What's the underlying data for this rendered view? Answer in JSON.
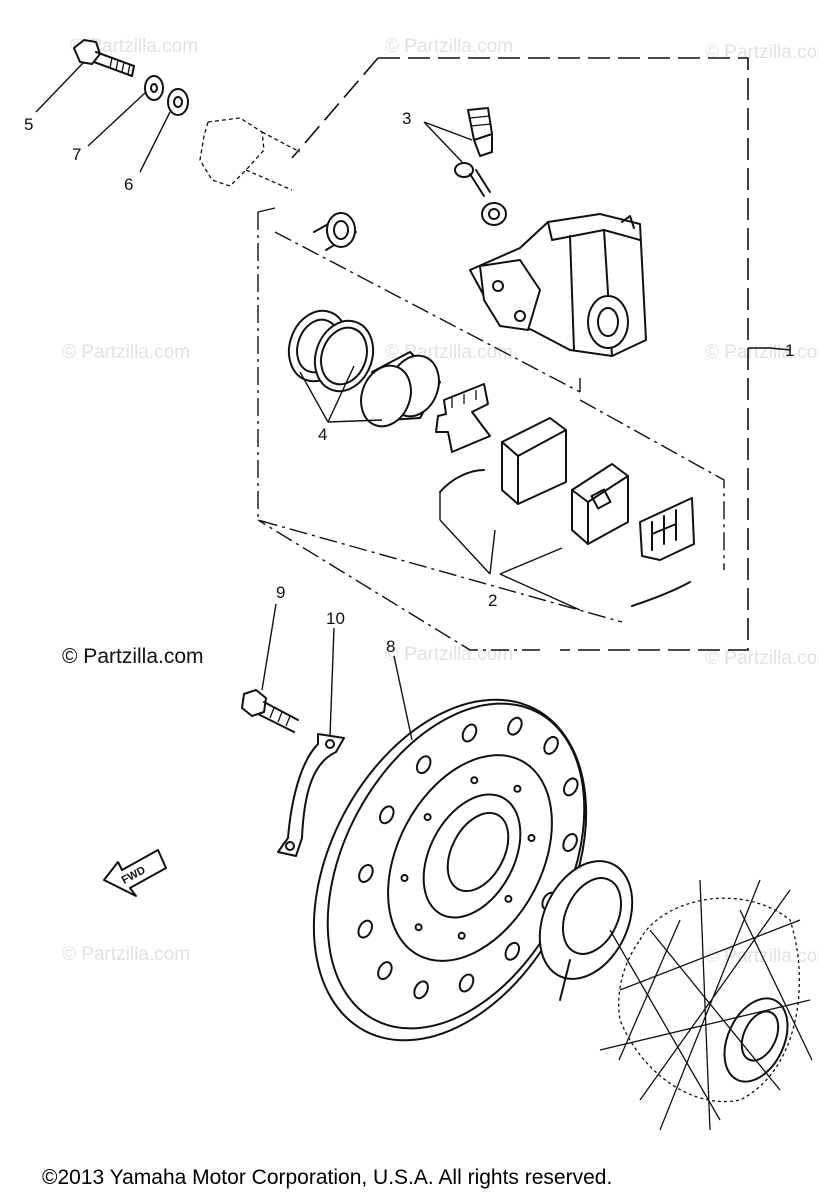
{
  "watermark": "© Partzilla.com",
  "watermark_main": "© Partzilla.com",
  "copyright": "©2013 Yamaha Motor Corporation, U.S.A. All rights reserved.",
  "fwd_label": "FWD",
  "callouts": {
    "c1": "1",
    "c2": "2",
    "c3": "3",
    "c4": "4",
    "c5": "5",
    "c6": "6",
    "c7": "7",
    "c8": "8",
    "c9": "9",
    "c10": "10"
  }
}
